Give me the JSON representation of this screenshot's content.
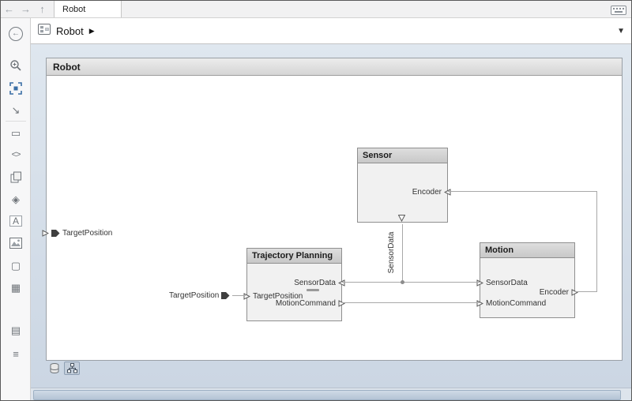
{
  "colors": {
    "canvas_blue": "#cbd6e3",
    "header_gray": "#d5d5d5",
    "wire_gray": "#a8a8a8",
    "accent_blue": "#3a6ea5"
  },
  "tabbar": {
    "tab_label": "Robot",
    "nav": {
      "back": "←",
      "forward": "→",
      "up": "↑"
    }
  },
  "breadcrumb": {
    "title": "Robot",
    "arrow": "▶",
    "dropdown": "▼"
  },
  "palette": {
    "icons": [
      {
        "name": "back-circle-icon",
        "glyph": "←"
      },
      {
        "name": "zoom-region-icon",
        "glyph": ""
      },
      {
        "name": "fit-view-icon",
        "glyph": ""
      },
      {
        "name": "export-view-icon",
        "glyph": "↘"
      },
      {
        "name": "comment-icon",
        "glyph": "▭"
      },
      {
        "name": "code-view-icon",
        "glyph": "<>"
      },
      {
        "name": "copy-view-icon",
        "glyph": ""
      },
      {
        "name": "spotlight-icon",
        "glyph": "◈"
      },
      {
        "name": "annotation-icon",
        "glyph": "A"
      },
      {
        "name": "image-icon",
        "glyph": ""
      },
      {
        "name": "area-icon",
        "glyph": "▢"
      },
      {
        "name": "grid-icon",
        "glyph": "▦"
      },
      {
        "name": "table-icon",
        "glyph": "▤"
      },
      {
        "name": "legend-icon",
        "glyph": "≡"
      }
    ]
  },
  "diagram": {
    "title": "Robot",
    "external_port": {
      "label": "TargetPosition"
    },
    "signal_label": "TargetPosition",
    "wire_label": "SensorData"
  },
  "components": {
    "sensor": {
      "title": "Sensor",
      "ports": {
        "encoder": "Encoder"
      }
    },
    "trajectory_planning": {
      "title": "Trajectory Planning",
      "ports": {
        "sensor_data": "SensorData",
        "target_position": "TargetPosition",
        "motion_command": "MotionCommand"
      }
    },
    "motion": {
      "title": "Motion",
      "ports": {
        "sensor_data": "SensorData",
        "motion_command": "MotionCommand",
        "encoder": "Encoder"
      }
    }
  }
}
